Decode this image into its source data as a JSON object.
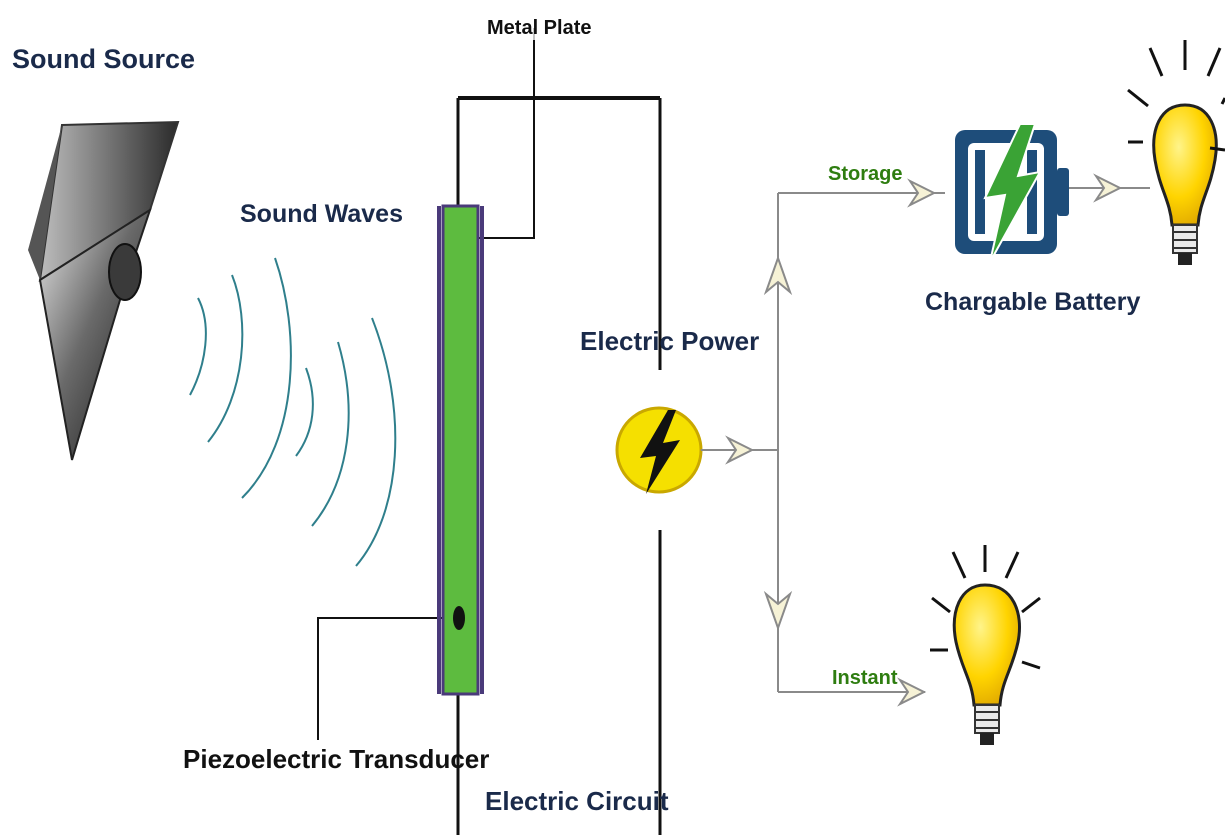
{
  "labels": {
    "sound_source": "Sound Source",
    "sound_waves": "Sound Waves",
    "metal_plate": "Metal Plate",
    "piezo": "Piezoelectric Transducer",
    "electric_circuit": "Electric Circuit",
    "electric_power": "Electric Power",
    "storage": "Storage",
    "instant": "Instant",
    "battery": "Chargable Battery"
  },
  "colors": {
    "plate_green": "#5dbb3f",
    "plate_border": "#4a3a7a",
    "wave": "#2f7f8c",
    "power_yellow": "#f5e000",
    "bulb_yellow": "#ffd400",
    "battery_navy": "#1e4d7a",
    "battery_bolt": "#3aa335",
    "arrow_fill": "#f6f2d6",
    "label_dark": "#1a2a4a",
    "label_green": "#2e7d10"
  },
  "icons": [
    "speaker-icon",
    "lightning-icon",
    "battery-icon",
    "light-bulb-icon"
  ]
}
